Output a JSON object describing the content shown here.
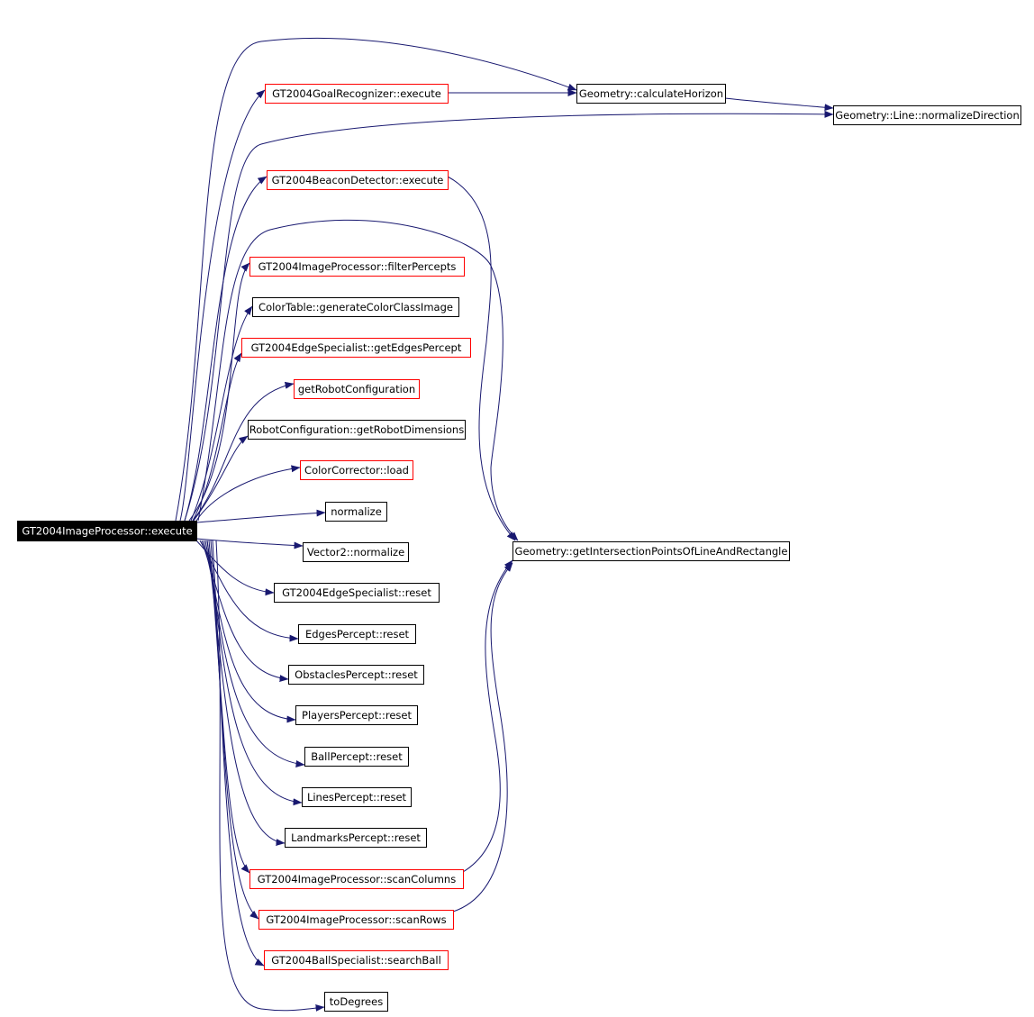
{
  "colors": {
    "edge": "#191970",
    "background": "#ffffff",
    "root_fill": "#000000",
    "root_text": "#ffffff",
    "plain_border": "#000000",
    "link_border": "#ff0000"
  },
  "diagram": {
    "root": "GT2004ImageProcessor::execute",
    "nodes": {
      "root": "GT2004ImageProcessor::execute",
      "goal_recognizer": "GT2004GoalRecognizer::execute",
      "calculate_horizon": "Geometry::calculateHorizon",
      "normalize_direction": "Geometry::Line::normalizeDirection",
      "beacon_detector": "GT2004BeaconDetector::execute",
      "filter_percepts": "GT2004ImageProcessor::filterPercepts",
      "generate_color_class_image": "ColorTable::generateColorClassImage",
      "get_edges_percept": "GT2004EdgeSpecialist::getEdgesPercept",
      "get_robot_configuration": "getRobotConfiguration",
      "get_robot_dimensions": "RobotConfiguration::getRobotDimensions",
      "color_corrector_load": "ColorCorrector::load",
      "normalize": "normalize",
      "vector2_normalize": "Vector2::normalize",
      "edge_specialist_reset": "GT2004EdgeSpecialist::reset",
      "edges_percept_reset": "EdgesPercept::reset",
      "obstacles_percept_reset": "ObstaclesPercept::reset",
      "players_percept_reset": "PlayersPercept::reset",
      "ball_percept_reset": "BallPercept::reset",
      "lines_percept_reset": "LinesPercept::reset",
      "landmarks_percept_reset": "LandmarksPercept::reset",
      "scan_columns": "GT2004ImageProcessor::scanColumns",
      "scan_rows": "GT2004ImageProcessor::scanRows",
      "search_ball": "GT2004BallSpecialist::searchBall",
      "to_degrees": "toDegrees",
      "intersection_points": "Geometry::getIntersectionPointsOfLineAndRectangle"
    }
  }
}
